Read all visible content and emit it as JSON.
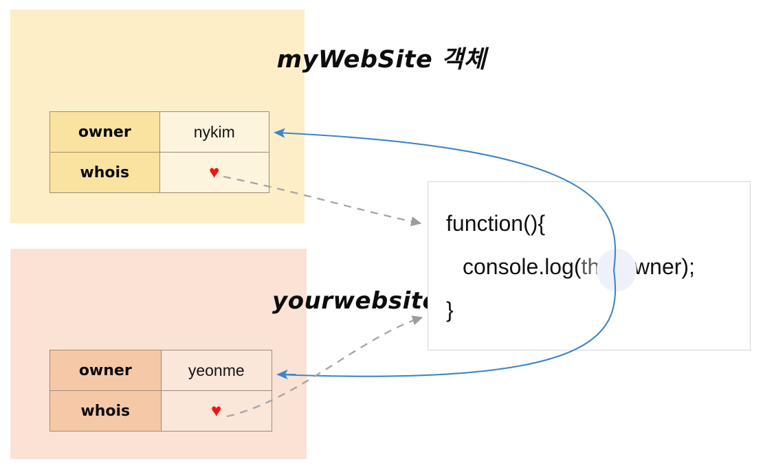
{
  "diagram": {
    "title_semantic": "javascript-this-binding-diagram",
    "background_color": "#ffffff"
  },
  "objects": [
    {
      "id": "mywebsite",
      "title": "myWebSite 객체",
      "panel_color": "#fdeec8",
      "key_cell_color": "#fae3a0",
      "value_cell_color": "#fdf4dd",
      "rows": [
        {
          "key": "owner",
          "value": "nykim",
          "value_type": "text"
        },
        {
          "key": "whois",
          "value": "♥",
          "value_type": "heart-icon"
        }
      ]
    },
    {
      "id": "yourwebsite",
      "title": "yourwebsite 객체",
      "panel_color": "#fae2d5",
      "key_cell_color": "#f5c9a8",
      "value_cell_color": "#fbe6da",
      "rows": [
        {
          "key": "owner",
          "value": "yeonme",
          "value_type": "text"
        },
        {
          "key": "whois",
          "value": "♥",
          "value_type": "heart-icon"
        }
      ]
    }
  ],
  "code_box": {
    "border_color": "#d4d6d8",
    "background": "#ffffff",
    "lines": [
      {
        "id": "open",
        "text": "function(){"
      },
      {
        "id": "body_pre",
        "text": "console.log("
      },
      {
        "id": "body_this",
        "text": "this"
      },
      {
        "id": "body_post",
        "text": ".owner);"
      },
      {
        "id": "close",
        "text": "}"
      }
    ],
    "highlight": {
      "token": "this",
      "token_color": "#5b5b5f",
      "ellipse_color": "#eef1fa"
    }
  },
  "connectors": {
    "blue_color": "#3d85c8",
    "gray_color": "#a6a6a6",
    "items": [
      {
        "id": "this-to-mywebsite-owner",
        "style": "solid",
        "color": "#3d85c8",
        "from": "this-token",
        "to": "mywebsite.owner"
      },
      {
        "id": "this-to-yourwebsite-owner",
        "style": "solid",
        "color": "#3d85c8",
        "from": "this-token",
        "to": "yourwebsite.owner"
      },
      {
        "id": "mywebsite-whois-to-function",
        "style": "dashed",
        "color": "#a6a6a6",
        "from": "mywebsite.whois",
        "to": "code-box"
      },
      {
        "id": "yourwebsite-whois-to-function",
        "style": "dashed",
        "color": "#a6a6a6",
        "from": "yourwebsite.whois",
        "to": "code-box"
      }
    ]
  }
}
